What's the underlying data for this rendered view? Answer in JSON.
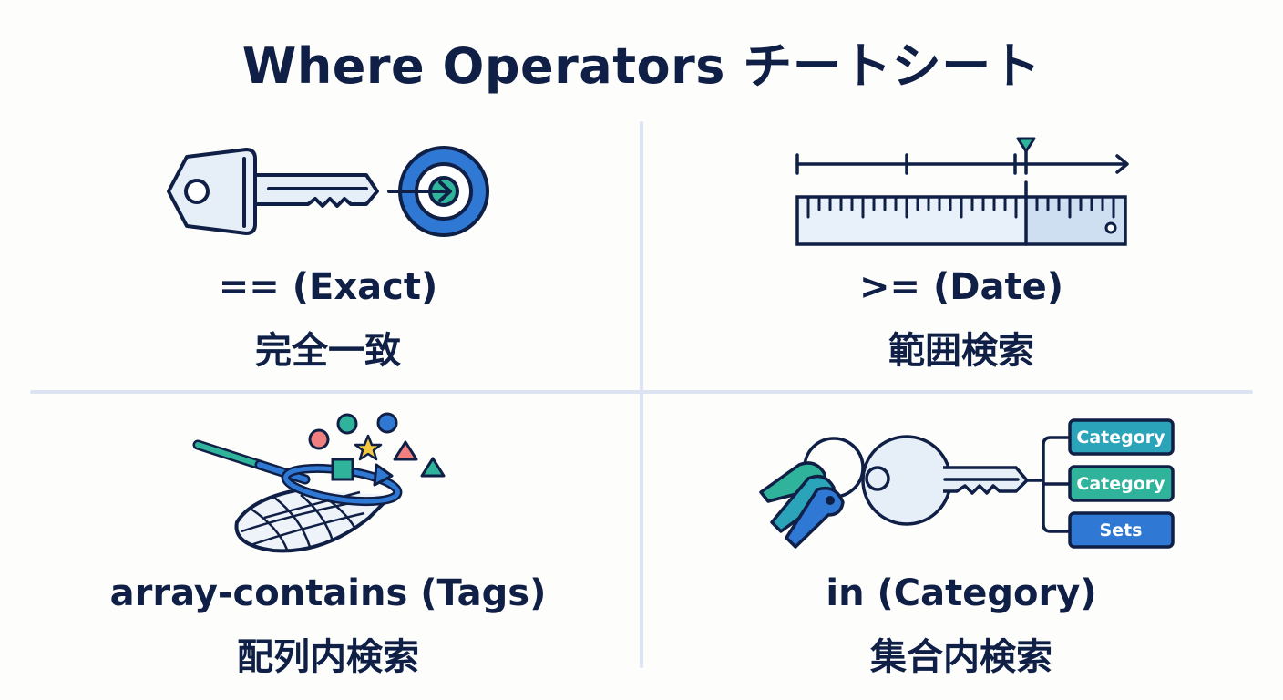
{
  "title": "Where Operators チートシート",
  "colors": {
    "navy": "#0f1f45",
    "light_fill": "#e6eef8",
    "blue": "#2f78d4",
    "teal": "#2fb39a",
    "teal_blue": "#2ba3b8",
    "coral": "#f08080",
    "star": "#f5c842",
    "divider": "#dbe4f0"
  },
  "quadrants": [
    {
      "id": "exact",
      "operator_label": "== (Exact)",
      "japanese_label": "完全一致",
      "icon": "key-into-target-icon"
    },
    {
      "id": "date",
      "operator_label": ">= (Date)",
      "japanese_label": "範囲検索",
      "icon": "timeline-ruler-icon"
    },
    {
      "id": "array_contains",
      "operator_label": "array-contains (Tags)",
      "japanese_label": "配列内検索",
      "icon": "net-catching-shapes-icon"
    },
    {
      "id": "in",
      "operator_label": "in (Category)",
      "japanese_label": "集合内検索",
      "icon": "keyring-to-sets-icon",
      "set_pills": [
        "Category",
        "Category",
        "Sets"
      ]
    }
  ]
}
